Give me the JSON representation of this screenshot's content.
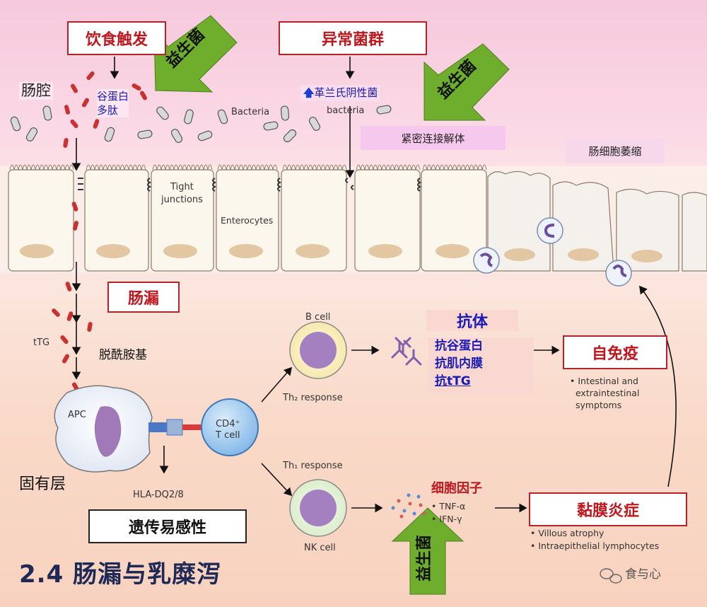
{
  "boxes": {
    "diet_trigger": "饮食触发",
    "abnormal_flora": "异常菌群",
    "leaky_gut": "肠漏",
    "genetic": "遗传易感性",
    "autoimmune": "自免疫",
    "mucosal_inflammation": "黏膜炎症"
  },
  "probiotic_label": "益生菌",
  "labels": {
    "lumen": "肠腔",
    "gluten_peptide": "谷蛋白\n多肽",
    "gram_negative": "革兰氏阴性菌",
    "tight_junction_disassembly": "紧密连接解体",
    "villous_atrophy_cn": "肠细胞萎缩",
    "bacteria": "Bacteria",
    "bacteria2": "bacteria",
    "tight_junctions": "Tight\njunctions",
    "enterocytes": "Enterocytes",
    "ttg": "tTG",
    "deamidation": "脱酰胺基",
    "apc": "APC",
    "cd4": "CD4⁺\nT cell",
    "hla": "HLA-DQ2/8",
    "lamina_propria": "固有层",
    "b_cell": "B cell",
    "th2": "Th₂ response",
    "th1": "Th₁ response",
    "nk_cell": "NK cell",
    "antibody": "抗体",
    "antibody_list": [
      "抗谷蛋白",
      "抗肌内膜",
      "抗tTG"
    ],
    "cytokines": "细胞因子",
    "cytokine_list": [
      "• TNF-α",
      "• IFN-γ"
    ],
    "autoimmune_symptoms": "• Intestinal and\n  extraintestinal\n  symptoms",
    "mucosal_symptoms": [
      "• Villous atrophy",
      "• Intraepithelial lymphocytes"
    ],
    "footer_title": "2.4 肠漏与乳糜泻",
    "watermark": "食与心"
  },
  "colors": {
    "box_red": "#c0171e",
    "probiotic_green": "#6fae2d",
    "text_blue": "#1a1ab8",
    "footer_navy": "#1e2a55"
  }
}
